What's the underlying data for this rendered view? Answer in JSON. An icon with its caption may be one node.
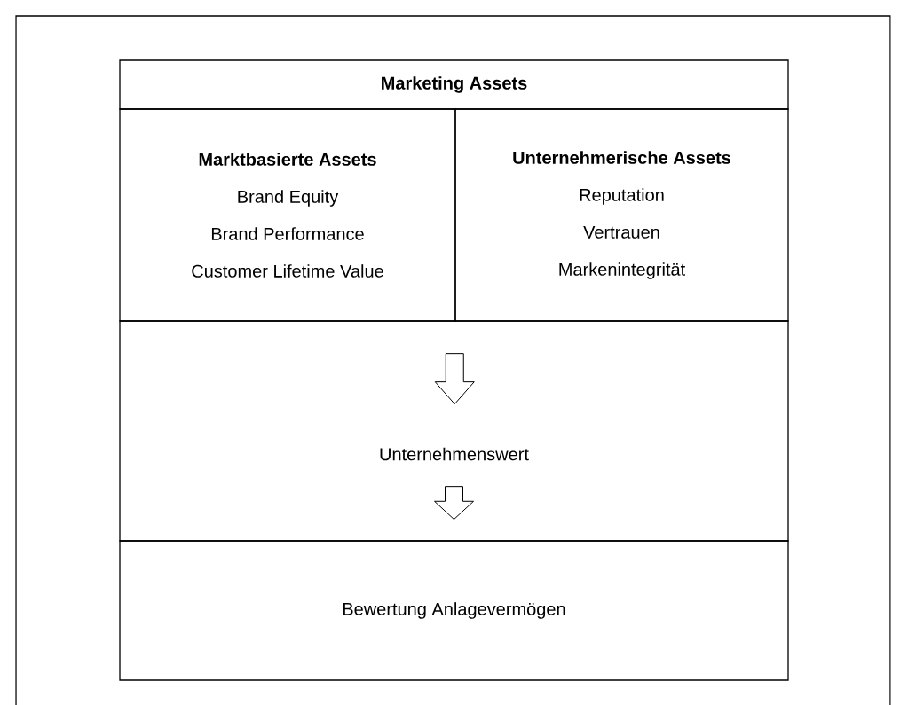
{
  "diagram": {
    "nodes": [
      {
        "text": [
          "Marketing Assets"
        ]
      },
      {
        "text": [
          "Marktbasierte Assets",
          "Brand Equity",
          "Brand Performance",
          "Customer Lifetime Value"
        ]
      },
      {
        "text": [
          "Unternehmerische Assets",
          "Reputation",
          "Vertrauen",
          "Markenintegrität"
        ]
      },
      {
        "text": [],
        "shape": "box"
      },
      {
        "text": [
          "Unternehmenswert"
        ],
        "in": 3
      },
      {
        "text": [
          "Bewertung Anlagevermögen"
        ]
      }
    ],
    "edges": [
      {
        "from": 1,
        "to": 4,
        "arrow": "to"
      },
      {
        "from": 2,
        "to": 4,
        "arrow": "to"
      },
      {
        "from": 4,
        "to": 5,
        "arrow": "to"
      }
    ]
  }
}
